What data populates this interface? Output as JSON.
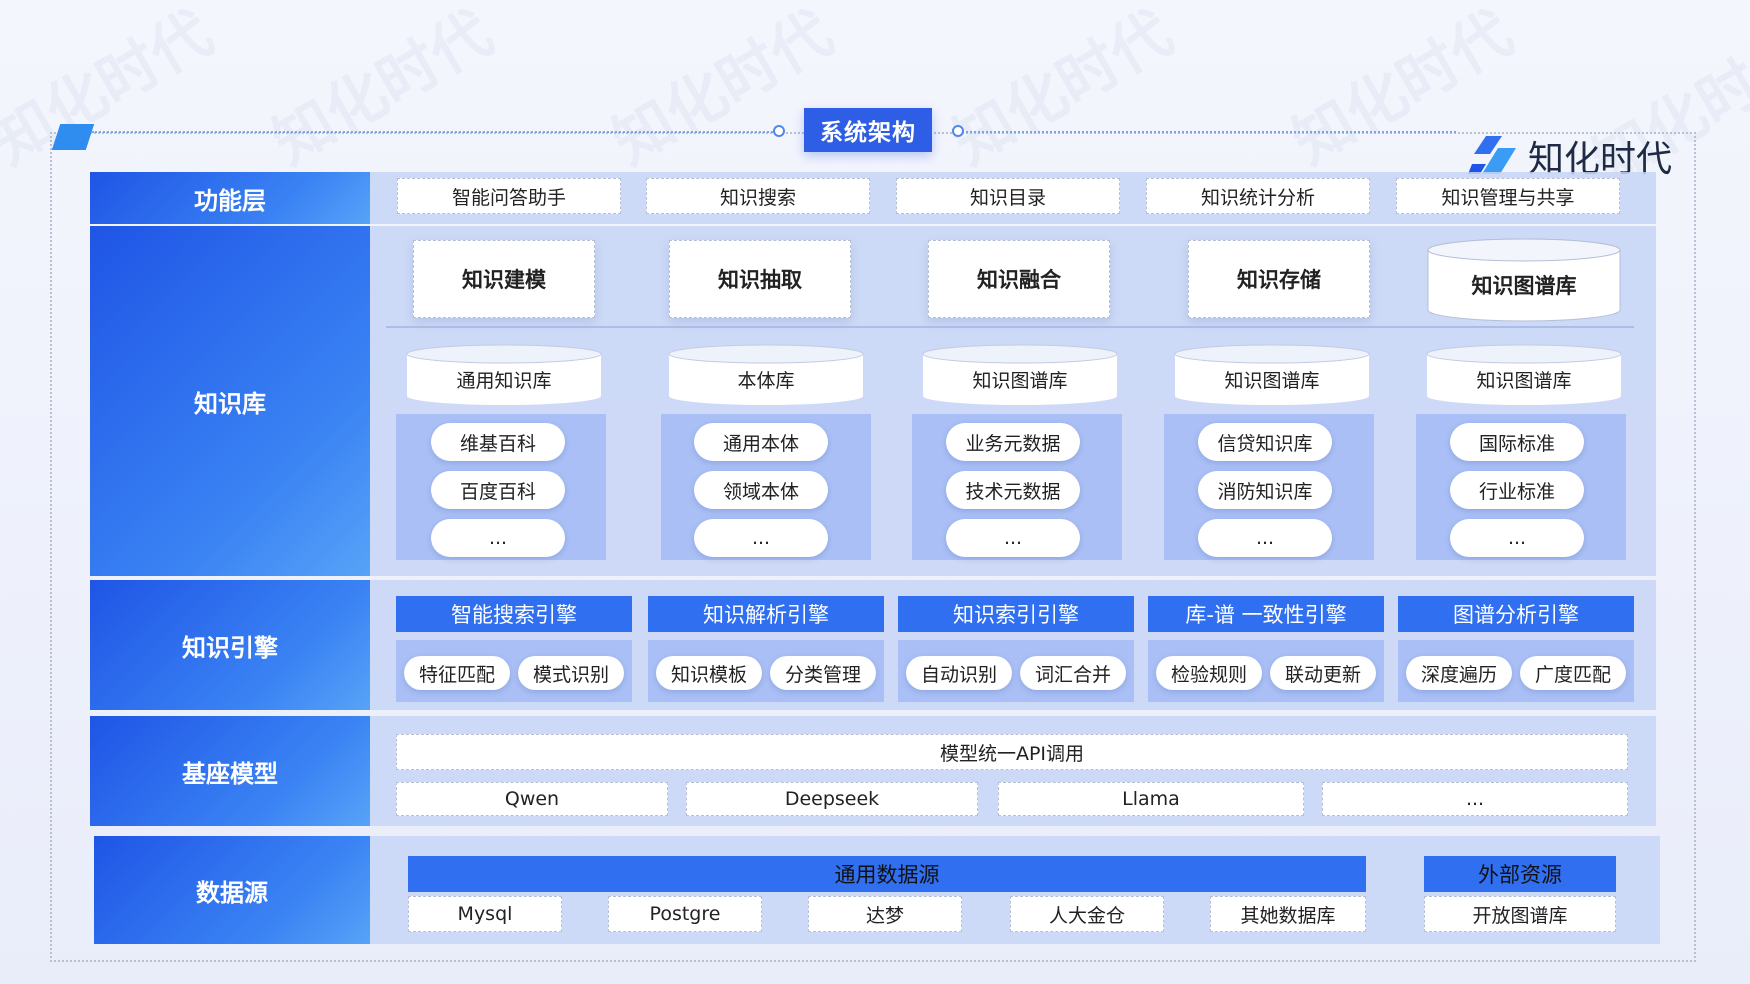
{
  "title": "系统架构",
  "logo": {
    "text": "知化时代",
    "watermark": "知化时代"
  },
  "layers": {
    "function": {
      "label": "功能层",
      "items": [
        "智能问答助手",
        "知识搜索",
        "知识目录",
        "知识统计分析",
        "知识管理与共享"
      ]
    },
    "knowledge": {
      "label": "知识库",
      "modules": [
        "知识建模",
        "知识抽取",
        "知识融合",
        "知识存储",
        "知识图谱库"
      ],
      "stores": [
        {
          "name": "通用知识库",
          "items": [
            "维基百科",
            "百度百科",
            "..."
          ]
        },
        {
          "name": "本体库",
          "items": [
            "通用本体",
            "领域本体",
            "..."
          ]
        },
        {
          "name": "知识图谱库",
          "items": [
            "业务元数据",
            "技术元数据",
            "..."
          ]
        },
        {
          "name": "知识图谱库",
          "items": [
            "信贷知识库",
            "消防知识库",
            "..."
          ]
        },
        {
          "name": "知识图谱库",
          "items": [
            "国际标准",
            "行业标准",
            "..."
          ]
        }
      ]
    },
    "engine": {
      "label": "知识引擎",
      "engines": [
        {
          "name": "智能搜索引擎",
          "items": [
            "特征匹配",
            "模式识别"
          ]
        },
        {
          "name": "知识解析引擎",
          "items": [
            "知识模板",
            "分类管理"
          ]
        },
        {
          "name": "知识索引引擎",
          "items": [
            "自动识别",
            "词汇合并"
          ]
        },
        {
          "name": "库-谱 一致性引擎",
          "items": [
            "检验规则",
            "联动更新"
          ]
        },
        {
          "name": "图谱分析引擎",
          "items": [
            "深度遍历",
            "广度匹配"
          ]
        }
      ]
    },
    "model": {
      "label": "基座模型",
      "api": "模型统一API调用",
      "models": [
        "Qwen",
        "Deepseek",
        "Llama",
        "..."
      ]
    },
    "datasource": {
      "label": "数据源",
      "general": {
        "name": "通用数据源",
        "items": [
          "Mysql",
          "Postgre",
          "达梦",
          "人大金仓",
          "其她数据库"
        ]
      },
      "external": {
        "name": "外部资源",
        "items": [
          "开放图谱库"
        ]
      }
    }
  },
  "colors": {
    "accent": "#2f5ee6",
    "label_gradient_start": "#1f55e6",
    "label_gradient_end": "#57a3f7",
    "body": "#c7d5f6"
  }
}
